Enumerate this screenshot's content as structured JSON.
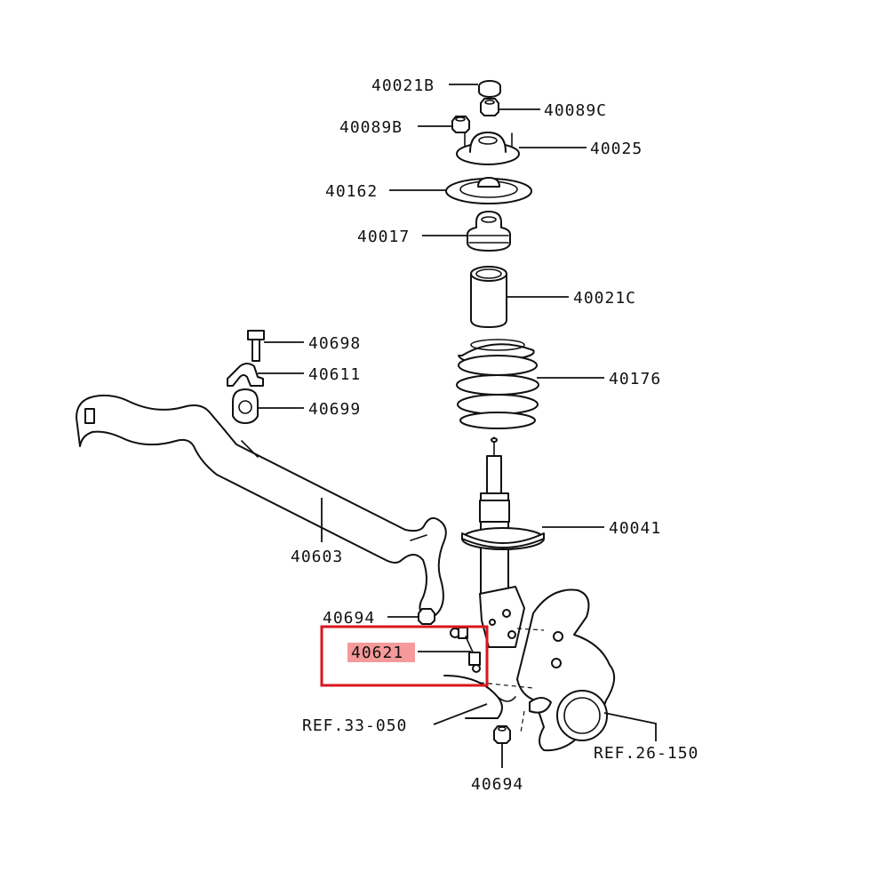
{
  "parts": {
    "p40021B": "40021B",
    "p40089C": "40089C",
    "p40089B": "40089B",
    "p40025": "40025",
    "p40162": "40162",
    "p40017": "40017",
    "p40021C": "40021C",
    "p40698": "40698",
    "p40611": "40611",
    "p40699": "40699",
    "p40176": "40176",
    "p40603": "40603",
    "p40041": "40041",
    "p40694_upper": "40694",
    "p40621": "40621",
    "ref33": "REF.33-050",
    "ref26": "REF.26-150",
    "p40694_lower": "40694"
  },
  "highlight": {
    "part": "40621",
    "box_color": "#d9161c",
    "text_bg_color": "#f59a9a"
  }
}
